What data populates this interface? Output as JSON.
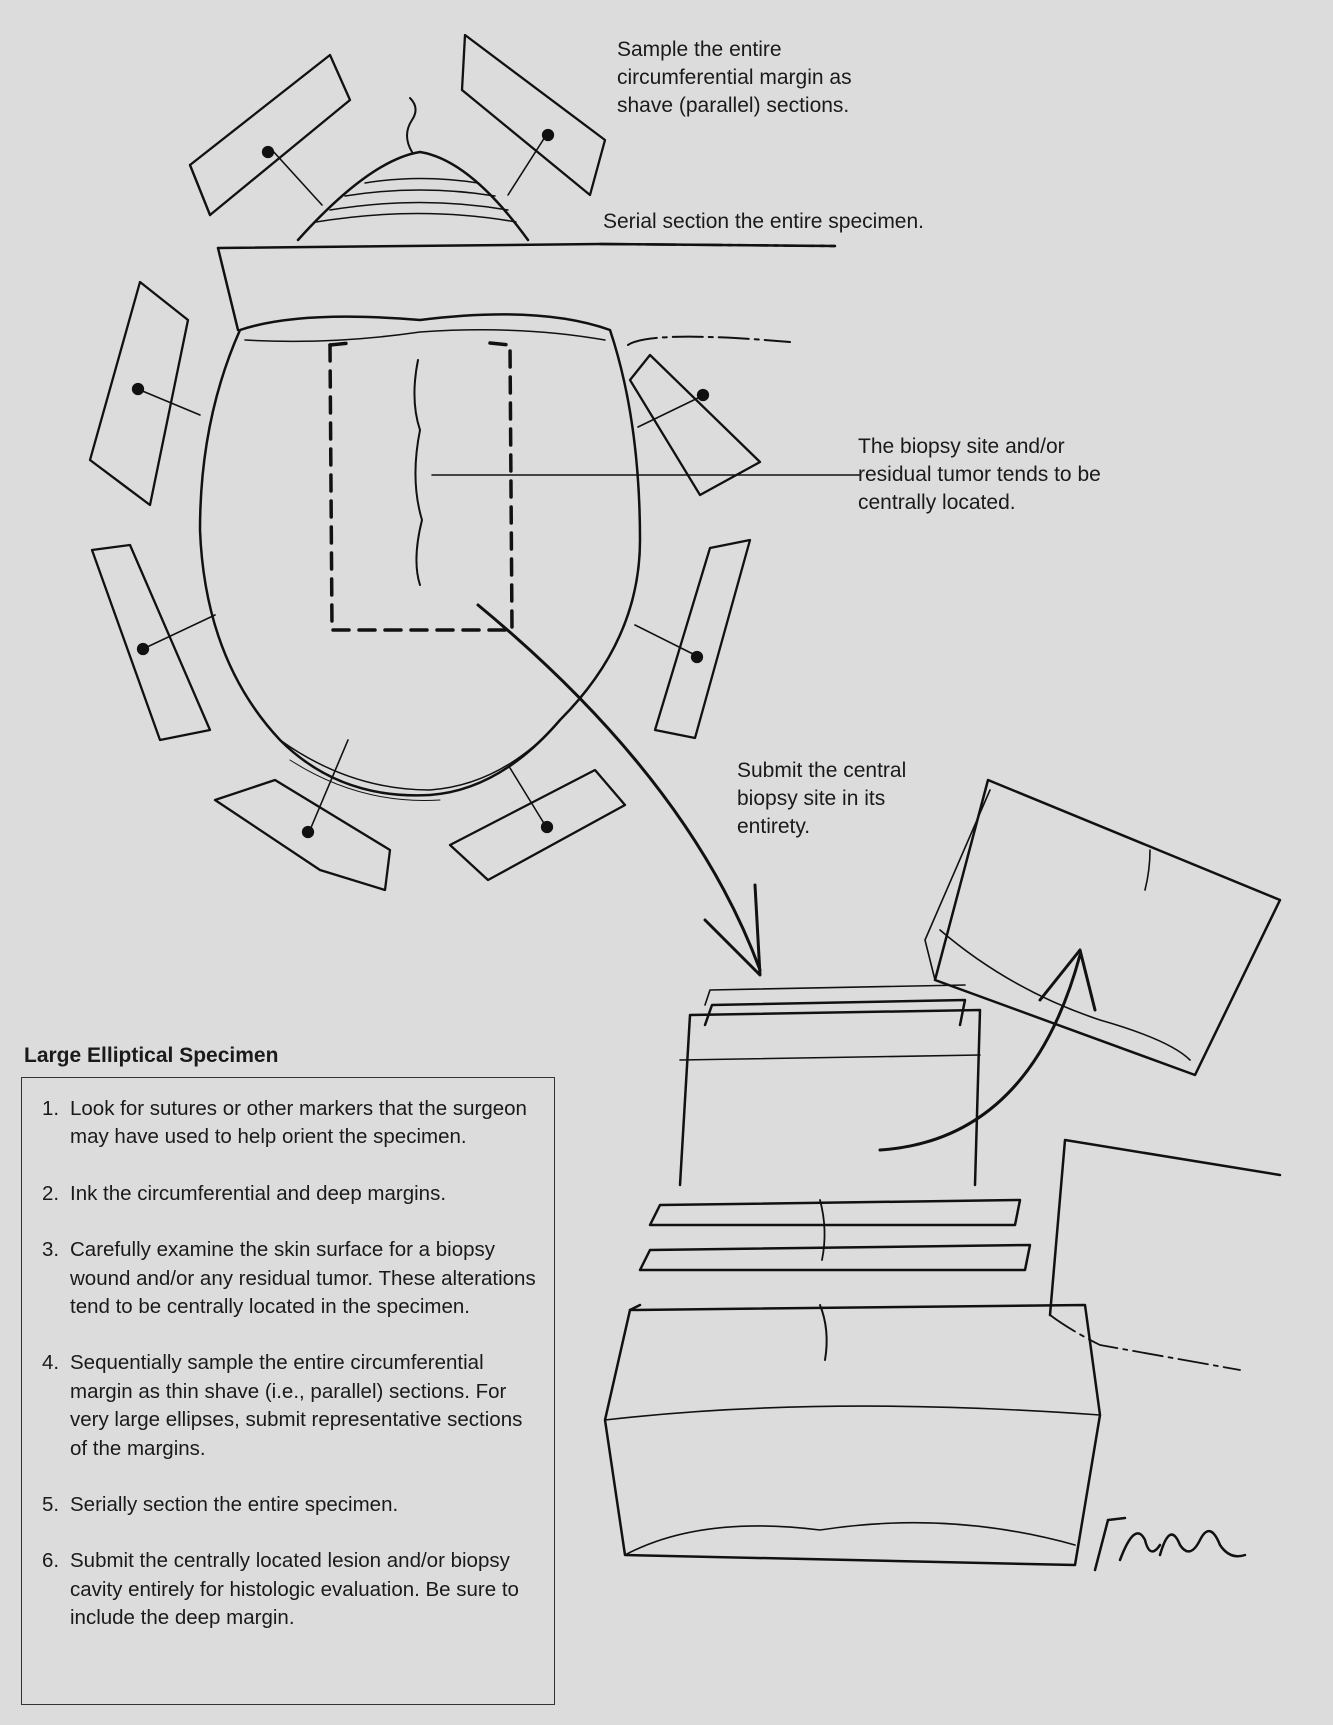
{
  "callouts": {
    "circumferential": "Sample the entire circumferential margin as shave (parallel) sections.",
    "serial": "Serial section the entire specimen.",
    "biopsy_site": "The biopsy site and/or residual tumor tends to be centrally located.",
    "submit_central": "Submit the central biopsy site in its entirety."
  },
  "box": {
    "title": "Large Elliptical Specimen",
    "steps": [
      {
        "num": "1.",
        "text": "Look for sutures or other markers that the surgeon may have used to help orient the specimen."
      },
      {
        "num": "2.",
        "text": "Ink the circumferential and deep margins."
      },
      {
        "num": "3.",
        "text": "Carefully examine the skin surface for a biopsy wound and/or any residual tumor. These alterations tend to be centrally located in the specimen."
      },
      {
        "num": "4.",
        "text": "Sequentially sample the entire circumferential margin as thin shave (i.e., parallel) sections. For very large ellipses, submit representative sections of the margins."
      },
      {
        "num": "5.",
        "text": "Serially section the entire specimen."
      },
      {
        "num": "6.",
        "text": "Submit the centrally located lesion and/or biopsy cavity entirely for histologic evaluation. Be sure to include the deep margin."
      }
    ]
  },
  "colors": {
    "background": "#dcdcdc",
    "ink": "#1a1a1a"
  }
}
